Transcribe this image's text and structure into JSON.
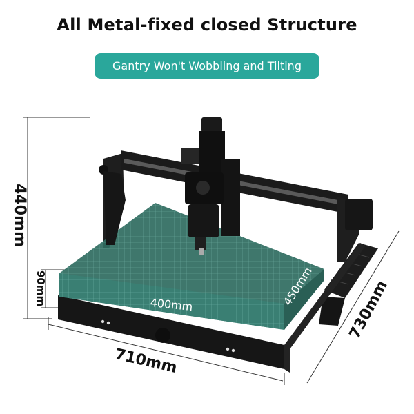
{
  "title": "All Metal-fixed closed Structure",
  "subtitle": "Gantry Won't Wobbling and Tilting",
  "dimensions": {
    "height": "440mm",
    "bed_thickness": "90mm",
    "width": "710mm",
    "depth": "730mm",
    "bed_width": "400mm",
    "bed_depth": "450mm"
  },
  "colors": {
    "accent": "#2aa79b",
    "bed": "#2f6b60",
    "metal": "#1c1c1c"
  },
  "icons": [
    "cnc-router-machine",
    "spindle",
    "cable-chain"
  ]
}
